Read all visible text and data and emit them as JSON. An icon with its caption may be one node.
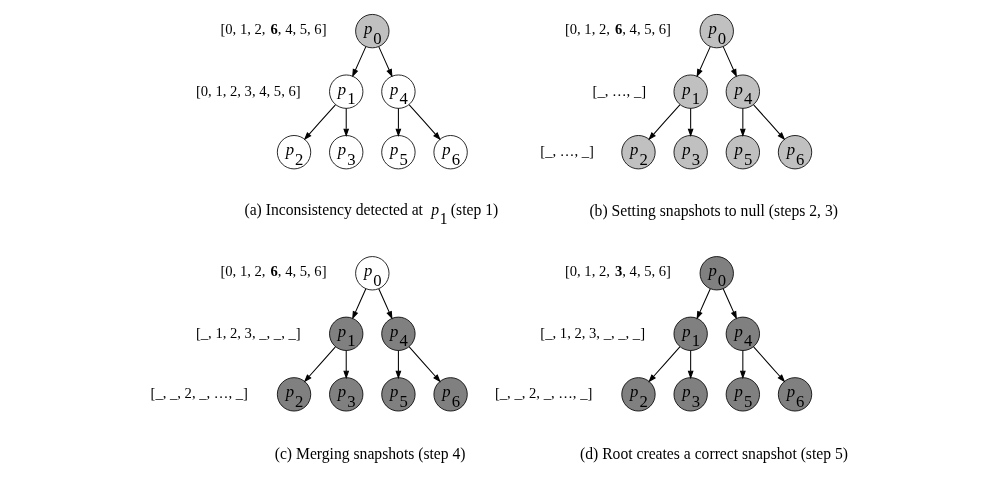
{
  "diagram": {
    "nodes": [
      {
        "text": [
          "*p*$_{0}$"
        ],
        "beside": [
          "[0, 1, 2, **6**, 4, 5, 6]"
        ]
      },
      {
        "text": [
          "*p*$_{1}$"
        ],
        "beside": [
          "[0, 1, 2, 3, 4, 5, 6]"
        ]
      },
      {
        "text": [
          "*p*$_{2}$"
        ]
      },
      {
        "text": [
          "*p*$_{3}$"
        ]
      },
      {
        "text": [
          "*p*$_{4}$"
        ]
      },
      {
        "text": [
          "*p*$_{5}$"
        ]
      },
      {
        "text": [
          "*p*$_{6}$"
        ]
      },
      {
        "text": [
          "*p*$_{0}$"
        ],
        "beside": [
          "[0, 1, 2, **6**, 4, 5, 6]"
        ]
      },
      {
        "text": [
          "*p*$_{1}$"
        ],
        "beside": [
          "[_, …, _]"
        ]
      },
      {
        "text": [
          "*p*$_{2}$"
        ],
        "beside": [
          "[_, …, _]"
        ]
      },
      {
        "text": [
          "*p*$_{3}$"
        ]
      },
      {
        "text": [
          "*p*$_{4}$"
        ]
      },
      {
        "text": [
          "*p*$_{5}$"
        ]
      },
      {
        "text": [
          "*p*$_{6}$"
        ]
      },
      {
        "text": [
          "*p*$_{0}$"
        ],
        "beside": [
          "[0, 1, 2, **6**, 4, 5, 6]"
        ]
      },
      {
        "text": [
          "*p*$_{1}$"
        ],
        "beside": [
          "[_, 1, 2, 3, _, _, _]"
        ]
      },
      {
        "text": [
          "*p*$_{2}$"
        ],
        "beside": [
          "[_, _, 2, _, …, _]"
        ]
      },
      {
        "text": [
          "*p*$_{3}$"
        ]
      },
      {
        "text": [
          "*p*$_{4}$"
        ]
      },
      {
        "text": [
          "*p*$_{5}$"
        ]
      },
      {
        "text": [
          "*p*$_{6}$"
        ]
      },
      {
        "text": [
          "*p*$_{0}$"
        ],
        "beside": [
          "[0, 1, 2, **3**, 4, 5, 6]"
        ]
      },
      {
        "text": [
          "*p*$_{1}$"
        ],
        "beside": [
          "[_, 1, 2, 3, _, _, _]"
        ]
      },
      {
        "text": [
          "*p*$_{2}$"
        ],
        "beside": [
          "[_, _, 2, _, …, _]"
        ]
      },
      {
        "text": [
          "*p*$_{3}$"
        ]
      },
      {
        "text": [
          "*p*$_{4}$"
        ]
      },
      {
        "text": [
          "*p*$_{5}$"
        ]
      },
      {
        "text": [
          "*p*$_{6}$"
        ]
      }
    ],
    "edges": [
      {
        "from": 0,
        "to": 1,
        "arrow": "to"
      },
      {
        "from": 0,
        "to": 4,
        "arrow": "to"
      },
      {
        "from": 1,
        "to": 2,
        "arrow": "to"
      },
      {
        "from": 1,
        "to": 3,
        "arrow": "to"
      },
      {
        "from": 4,
        "to": 5,
        "arrow": "to"
      },
      {
        "from": 4,
        "to": 6,
        "arrow": "to"
      },
      {
        "from": 7,
        "to": 8,
        "arrow": "to"
      },
      {
        "from": 7,
        "to": 11,
        "arrow": "to"
      },
      {
        "from": 8,
        "to": 9,
        "arrow": "to"
      },
      {
        "from": 8,
        "to": 10,
        "arrow": "to"
      },
      {
        "from": 11,
        "to": 12,
        "arrow": "to"
      },
      {
        "from": 11,
        "to": 13,
        "arrow": "to"
      },
      {
        "from": 14,
        "to": 15,
        "arrow": "to"
      },
      {
        "from": 14,
        "to": 18,
        "arrow": "to"
      },
      {
        "from": 15,
        "to": 16,
        "arrow": "to"
      },
      {
        "from": 15,
        "to": 17,
        "arrow": "to"
      },
      {
        "from": 18,
        "to": 19,
        "arrow": "to"
      },
      {
        "from": 18,
        "to": 20,
        "arrow": "to"
      },
      {
        "from": 21,
        "to": 22,
        "arrow": "to"
      },
      {
        "from": 21,
        "to": 25,
        "arrow": "to"
      },
      {
        "from": 22,
        "to": 23,
        "arrow": "to"
      },
      {
        "from": 22,
        "to": 24,
        "arrow": "to"
      },
      {
        "from": 25,
        "to": 26,
        "arrow": "to"
      },
      {
        "from": 25,
        "to": 27,
        "arrow": "to"
      }
    ],
    "labels": [
      "(a) Inconsistency detected at *p*$_{1}$ (step 1)",
      "(b) Setting snapshots to null (steps 2, 3)",
      "(c) Merging snapshots (step 4)",
      "(d) Root creates a correct snapshot (step 5)"
    ]
  }
}
